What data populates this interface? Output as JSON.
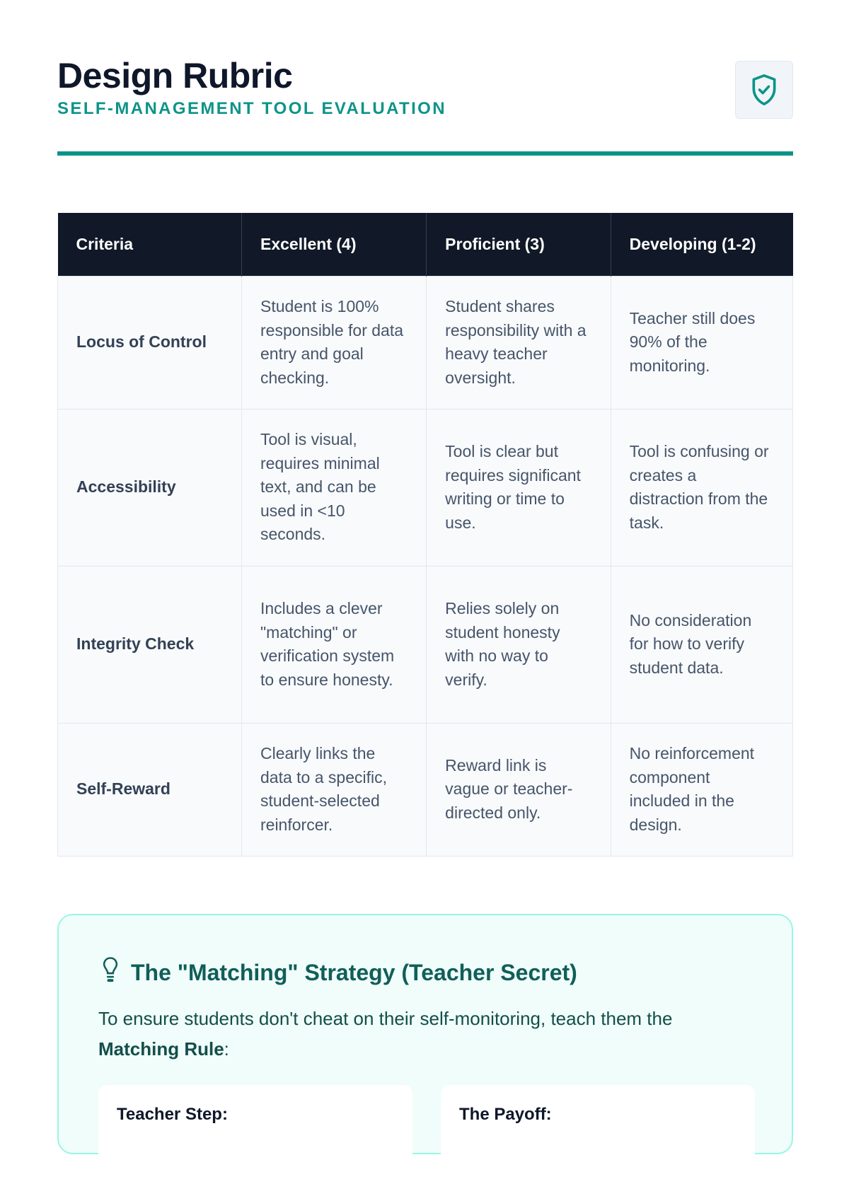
{
  "header": {
    "title": "Design Rubric",
    "subtitle": "SELF-MANAGEMENT TOOL EVALUATION",
    "icon": "shield-check-icon"
  },
  "table": {
    "headers": [
      "Criteria",
      "Excellent (4)",
      "Proficient (3)",
      "Developing (1-2)"
    ],
    "rows": [
      {
        "criteria": "Locus of Control",
        "excellent": "Student is 100% responsible for data entry and goal checking.",
        "proficient": "Student shares responsibility with a heavy teacher oversight.",
        "developing": "Teacher still does 90% of the monitoring."
      },
      {
        "criteria": "Accessibility",
        "excellent": "Tool is visual, requires minimal text, and can be used in <10 seconds.",
        "proficient": "Tool is clear but requires significant writing or time to use.",
        "developing": "Tool is confusing or creates a distraction from the task."
      },
      {
        "criteria": "Integrity Check",
        "excellent": "Includes a clever \"matching\" or verification system to ensure honesty.",
        "proficient": "Relies solely on student honesty with no way to verify.",
        "developing": "No consideration for how to verify student data."
      },
      {
        "criteria": "Self-Reward",
        "excellent": "Clearly links the data to a specific, student-selected reinforcer.",
        "proficient": "Reward link is vague or teacher-directed only.",
        "developing": "No reinforcement component included in the design."
      }
    ]
  },
  "callout": {
    "icon": "lightbulb-icon",
    "title": "The \"Matching\" Strategy (Teacher Secret)",
    "text": "To ensure students don't cheat on their self-monitoring, teach them the ",
    "bold": "Matching Rule",
    "suffix": ":",
    "cards": [
      {
        "title": "Teacher Step:"
      },
      {
        "title": "The Payoff:"
      }
    ]
  }
}
